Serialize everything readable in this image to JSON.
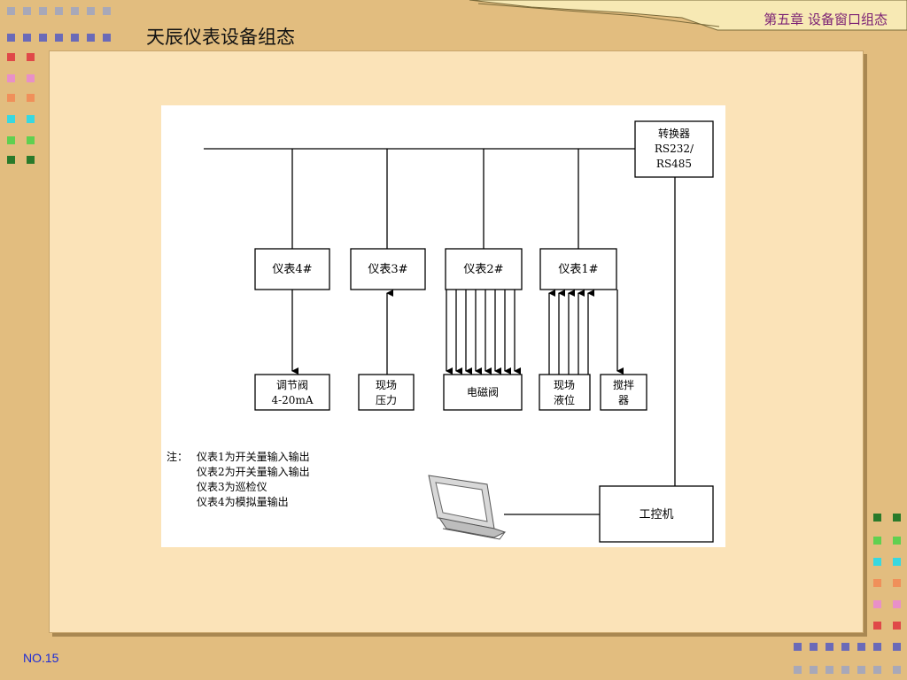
{
  "slide": {
    "title": "天辰仪表设备组态",
    "chapter": "第五章 设备窗口组态",
    "page_no": "NO.15"
  },
  "diagram": {
    "converter": [
      "转换器",
      "RS232/",
      "RS485"
    ],
    "meters": [
      "仪表4#",
      "仪表3#",
      "仪表2#",
      "仪表1#"
    ],
    "devices": {
      "valve": [
        "调节阀",
        "4-20mA"
      ],
      "pressure": [
        "现场",
        "压力"
      ],
      "solenoid": [
        "电磁阀"
      ],
      "level": [
        "现场",
        "液位"
      ],
      "stirrer": [
        "搅拌",
        "器"
      ]
    },
    "ipc": "工控机",
    "notes": [
      "注：",
      "仪表1为开关量输入输出",
      "仪表2为开关量输入输出",
      "仪表3为巡检仪",
      "仪表4为模拟量输出"
    ]
  },
  "colors": {
    "background": "#e2bd7f",
    "panel": "#fbe3b8",
    "chapter_text": "#7a1f73",
    "page_no_text": "#1d2bd6",
    "decor": [
      "#a8a8b8",
      "#6a6ab8",
      "#e04848",
      "#e890c8",
      "#f0905a",
      "#38d8e0",
      "#60d050",
      "#2a7a2a"
    ]
  }
}
